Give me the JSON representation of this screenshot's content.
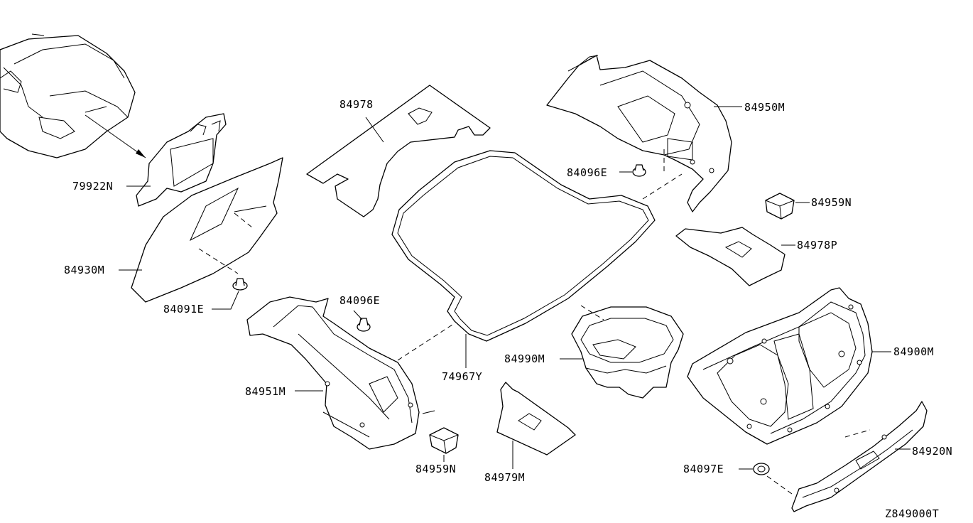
{
  "diagram": {
    "code": "Z849000T",
    "stroke": "#000000",
    "background": "#ffffff",
    "parts": [
      {
        "id": "car",
        "label": ""
      },
      {
        "id": "p79922N",
        "label": "79922N"
      },
      {
        "id": "p84930M",
        "label": "84930M"
      },
      {
        "id": "p84091E",
        "label": "84091E"
      },
      {
        "id": "p84978",
        "label": "84978"
      },
      {
        "id": "p84096E_a",
        "label": "84096E"
      },
      {
        "id": "p84951M",
        "label": "84951M"
      },
      {
        "id": "p74967Y",
        "label": "74967Y"
      },
      {
        "id": "p84959N_a",
        "label": "84959N"
      },
      {
        "id": "p84979M",
        "label": "84979M"
      },
      {
        "id": "p84990M",
        "label": "84990M"
      },
      {
        "id": "p84950M",
        "label": "84950M"
      },
      {
        "id": "p84096E_b",
        "label": "84096E"
      },
      {
        "id": "p84959N_b",
        "label": "84959N"
      },
      {
        "id": "p84978P",
        "label": "84978P"
      },
      {
        "id": "p84900M",
        "label": "84900M"
      },
      {
        "id": "p84920N",
        "label": "84920N"
      },
      {
        "id": "p84097E",
        "label": "84097E"
      }
    ]
  }
}
